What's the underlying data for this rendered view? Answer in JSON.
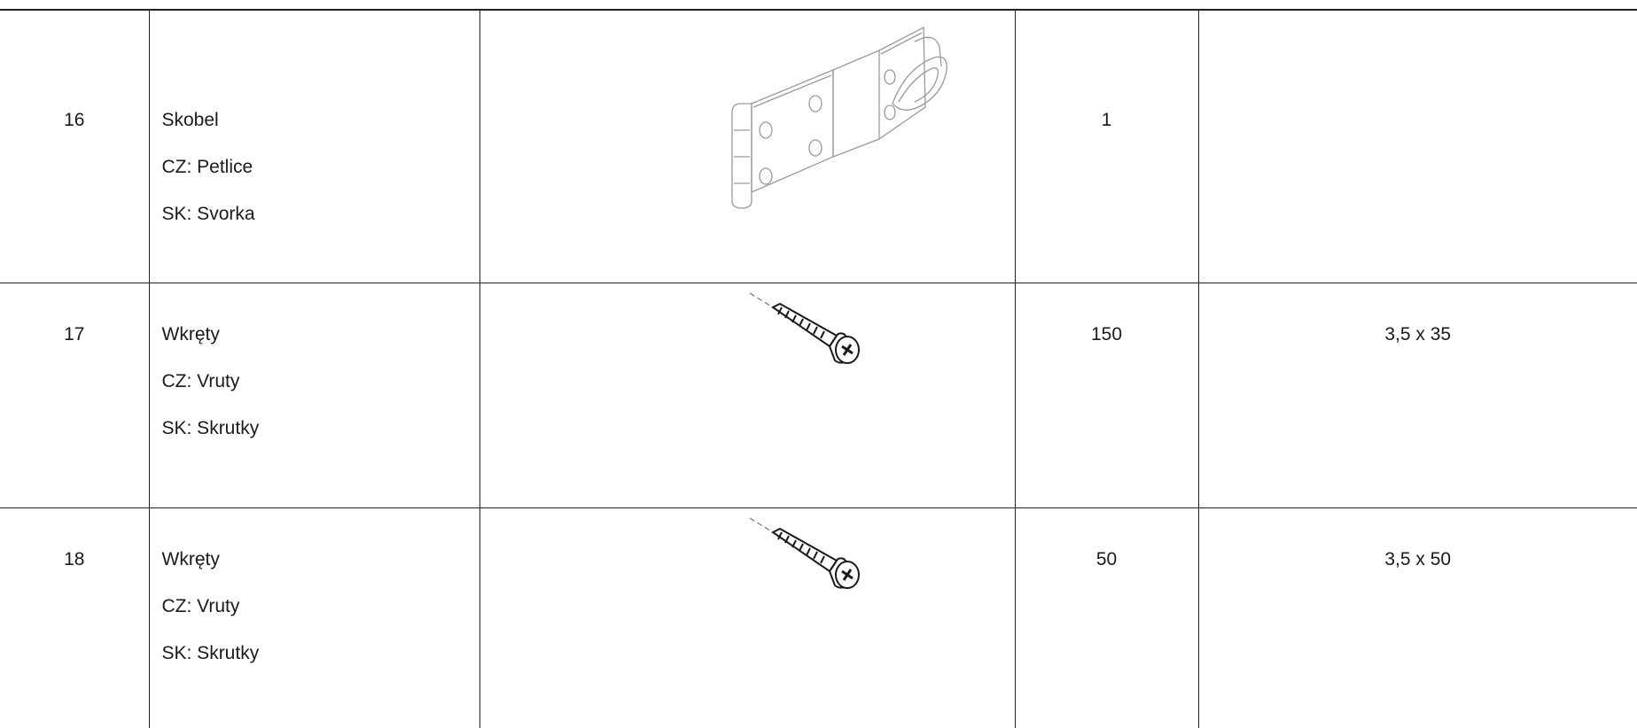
{
  "rows": [
    {
      "number": "16",
      "name_pl": "Skobel",
      "name_cz": "CZ: Petlice",
      "name_sk": "SK: Svorka",
      "illustration": "hasp-icon",
      "quantity": "1",
      "dimensions": ""
    },
    {
      "number": "17",
      "name_pl": "Wkręty",
      "name_cz": "CZ: Vruty",
      "name_sk": "SK: Skrutky",
      "illustration": "screw-icon",
      "quantity": "150",
      "dimensions": "3,5 x 35"
    },
    {
      "number": "18",
      "name_pl": "Wkręty",
      "name_cz": "CZ: Vruty",
      "name_sk": "SK: Skrutky",
      "illustration": "screw-icon",
      "quantity": "50",
      "dimensions": "3,5 x 50"
    }
  ]
}
